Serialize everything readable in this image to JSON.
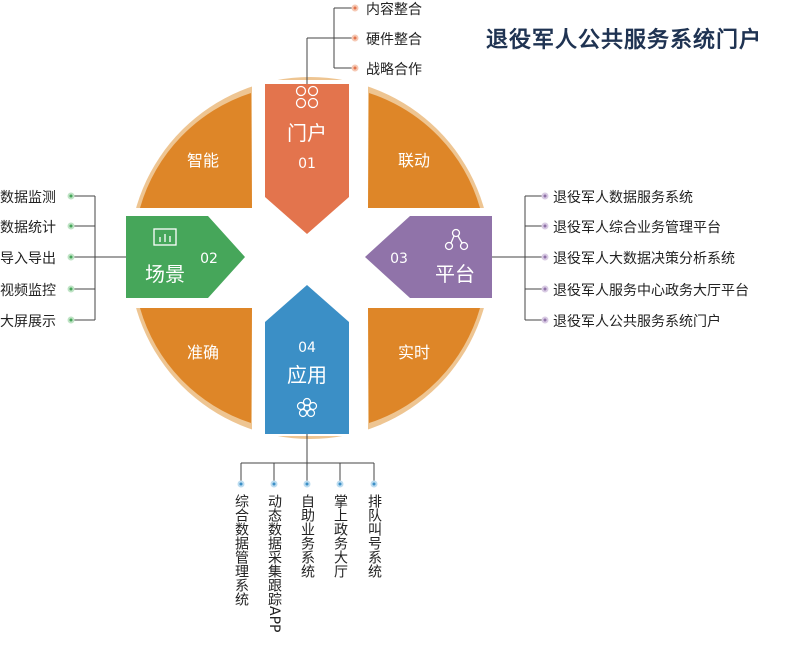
{
  "title": "退役军人公共服务系统门户",
  "colors": {
    "orange": "#de8628",
    "ring": "#eec592",
    "red": "#e3744d",
    "green": "#46a65a",
    "purple": "#9073a9",
    "blue": "#3b8fc6",
    "line": "#444444",
    "title": "#1f3352"
  },
  "segments": {
    "top_left": "智能",
    "top_right": "联动",
    "bottom_left": "准确",
    "bottom_right": "实时"
  },
  "hubs": {
    "portal": {
      "label": "门户",
      "number": "01",
      "icon": "four-circles-icon"
    },
    "scene": {
      "label": "场景",
      "number": "02",
      "icon": "screen-chart-icon"
    },
    "platform": {
      "label": "平台",
      "number": "03",
      "icon": "network-nodes-icon"
    },
    "application": {
      "label": "应用",
      "number": "04",
      "icon": "flower-icon"
    }
  },
  "portal_items": [
    "内容整合",
    "硬件整合",
    "战略合作"
  ],
  "scene_items": [
    "数据监测",
    "数据统计",
    "导入导出",
    "视频监控",
    "大屏展示"
  ],
  "platform_items": [
    "退役军人数据服务系统",
    "退役军人综合业务管理平台",
    "退役军人大数据决策分析系统",
    "退役军人服务中心政务大厅平台",
    "退役军人公共服务系统门户"
  ],
  "application_items": [
    "综合数据管理系统",
    "动态数据采集跟踪APP",
    "自助业务系统",
    "掌上政务大厅",
    "排队叫号系统"
  ]
}
